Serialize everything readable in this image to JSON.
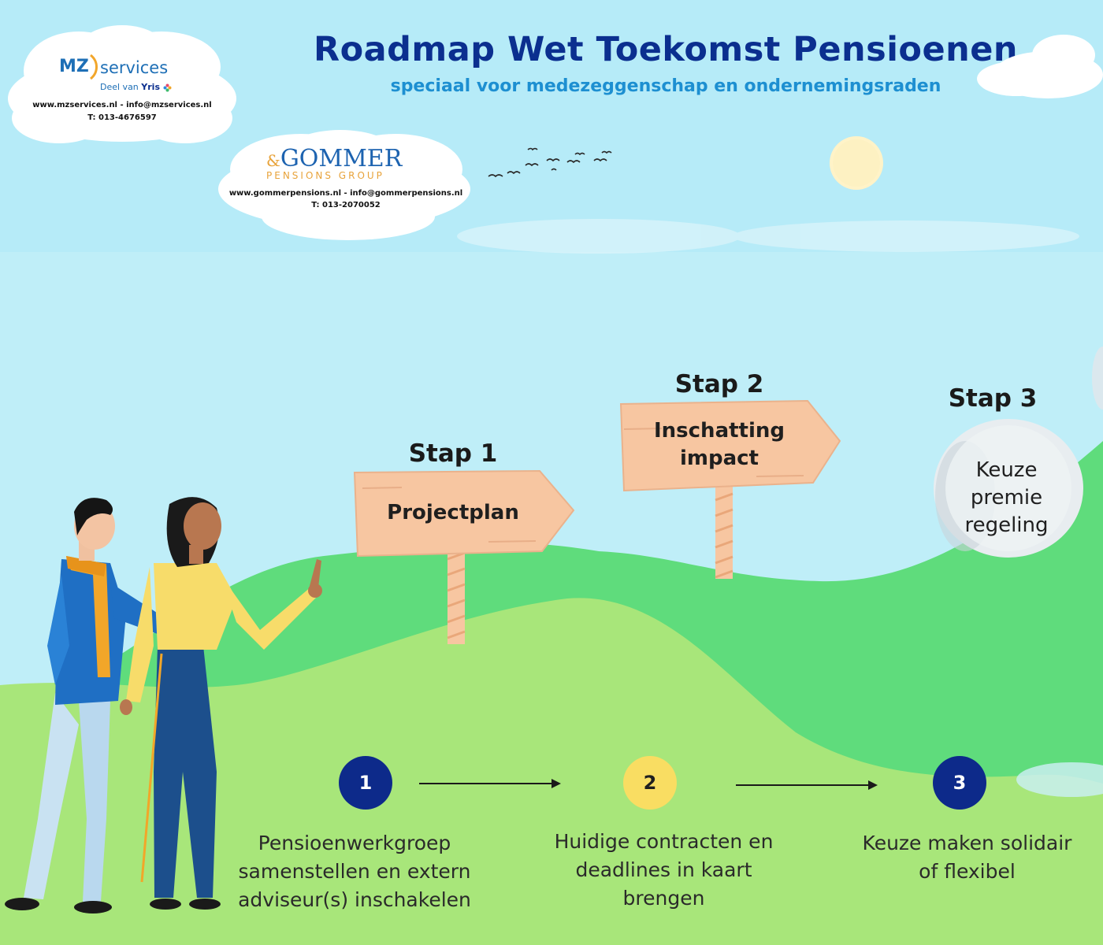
{
  "header": {
    "title": "Roadmap Wet Toekomst Pensioenen",
    "subtitle": "speciaal voor medezeggenschap en ondernemingsraden"
  },
  "logos": {
    "mz": {
      "brand_mark": "MZ",
      "brand_name": "services",
      "tagline_prefix": "Deel van",
      "tagline_brand": "Yris",
      "contact_line": "www.mzservices.nl - info@mzservices.nl",
      "phone": "T: 013-4676597"
    },
    "gommer": {
      "brand_name": "GOMMER",
      "brand_prefix": "&",
      "brand_sub": "PENSIONS GROUP",
      "contact_line": "www.gommerpensions.nl - info@gommerpensions.nl",
      "phone": "T: 013-2070052"
    }
  },
  "steps": [
    {
      "label": "Stap 1",
      "sign_lines": [
        "Projectplan"
      ],
      "number": "1",
      "description_lines": [
        "Pensioenwerkgroep",
        "samenstellen en extern",
        "adviseur(s) inschakelen"
      ]
    },
    {
      "label": "Stap 2",
      "sign_lines": [
        "Inschatting",
        "impact"
      ],
      "number": "2",
      "description_lines": [
        "Huidige contracten en",
        "deadlines in kaart",
        "brengen"
      ]
    },
    {
      "label": "Stap 3",
      "sign_lines": [
        "Keuze",
        "premie",
        "regeling"
      ],
      "number": "3",
      "description_lines": [
        "Keuze maken solidair",
        "of flexibel"
      ]
    }
  ],
  "colors": {
    "sky": "#bfeef8",
    "hill_dark": "#5fdc7c",
    "hill_light": "#a8e67a",
    "title": "#0b2f8f",
    "subtitle": "#1d8fd1",
    "circle_navy": "#0d2a8a",
    "circle_yellow": "#f9dd62",
    "sign_wood": "#f7c6a1",
    "mz_blue": "#1e6fb6",
    "gommer_blue": "#1d63b0",
    "gommer_orange": "#e8a33b"
  },
  "icons": [
    "birds-icon",
    "sun-icon",
    "man-figure-icon",
    "woman-figure-icon",
    "arrow-right-icon",
    "yris-flower-icon"
  ]
}
